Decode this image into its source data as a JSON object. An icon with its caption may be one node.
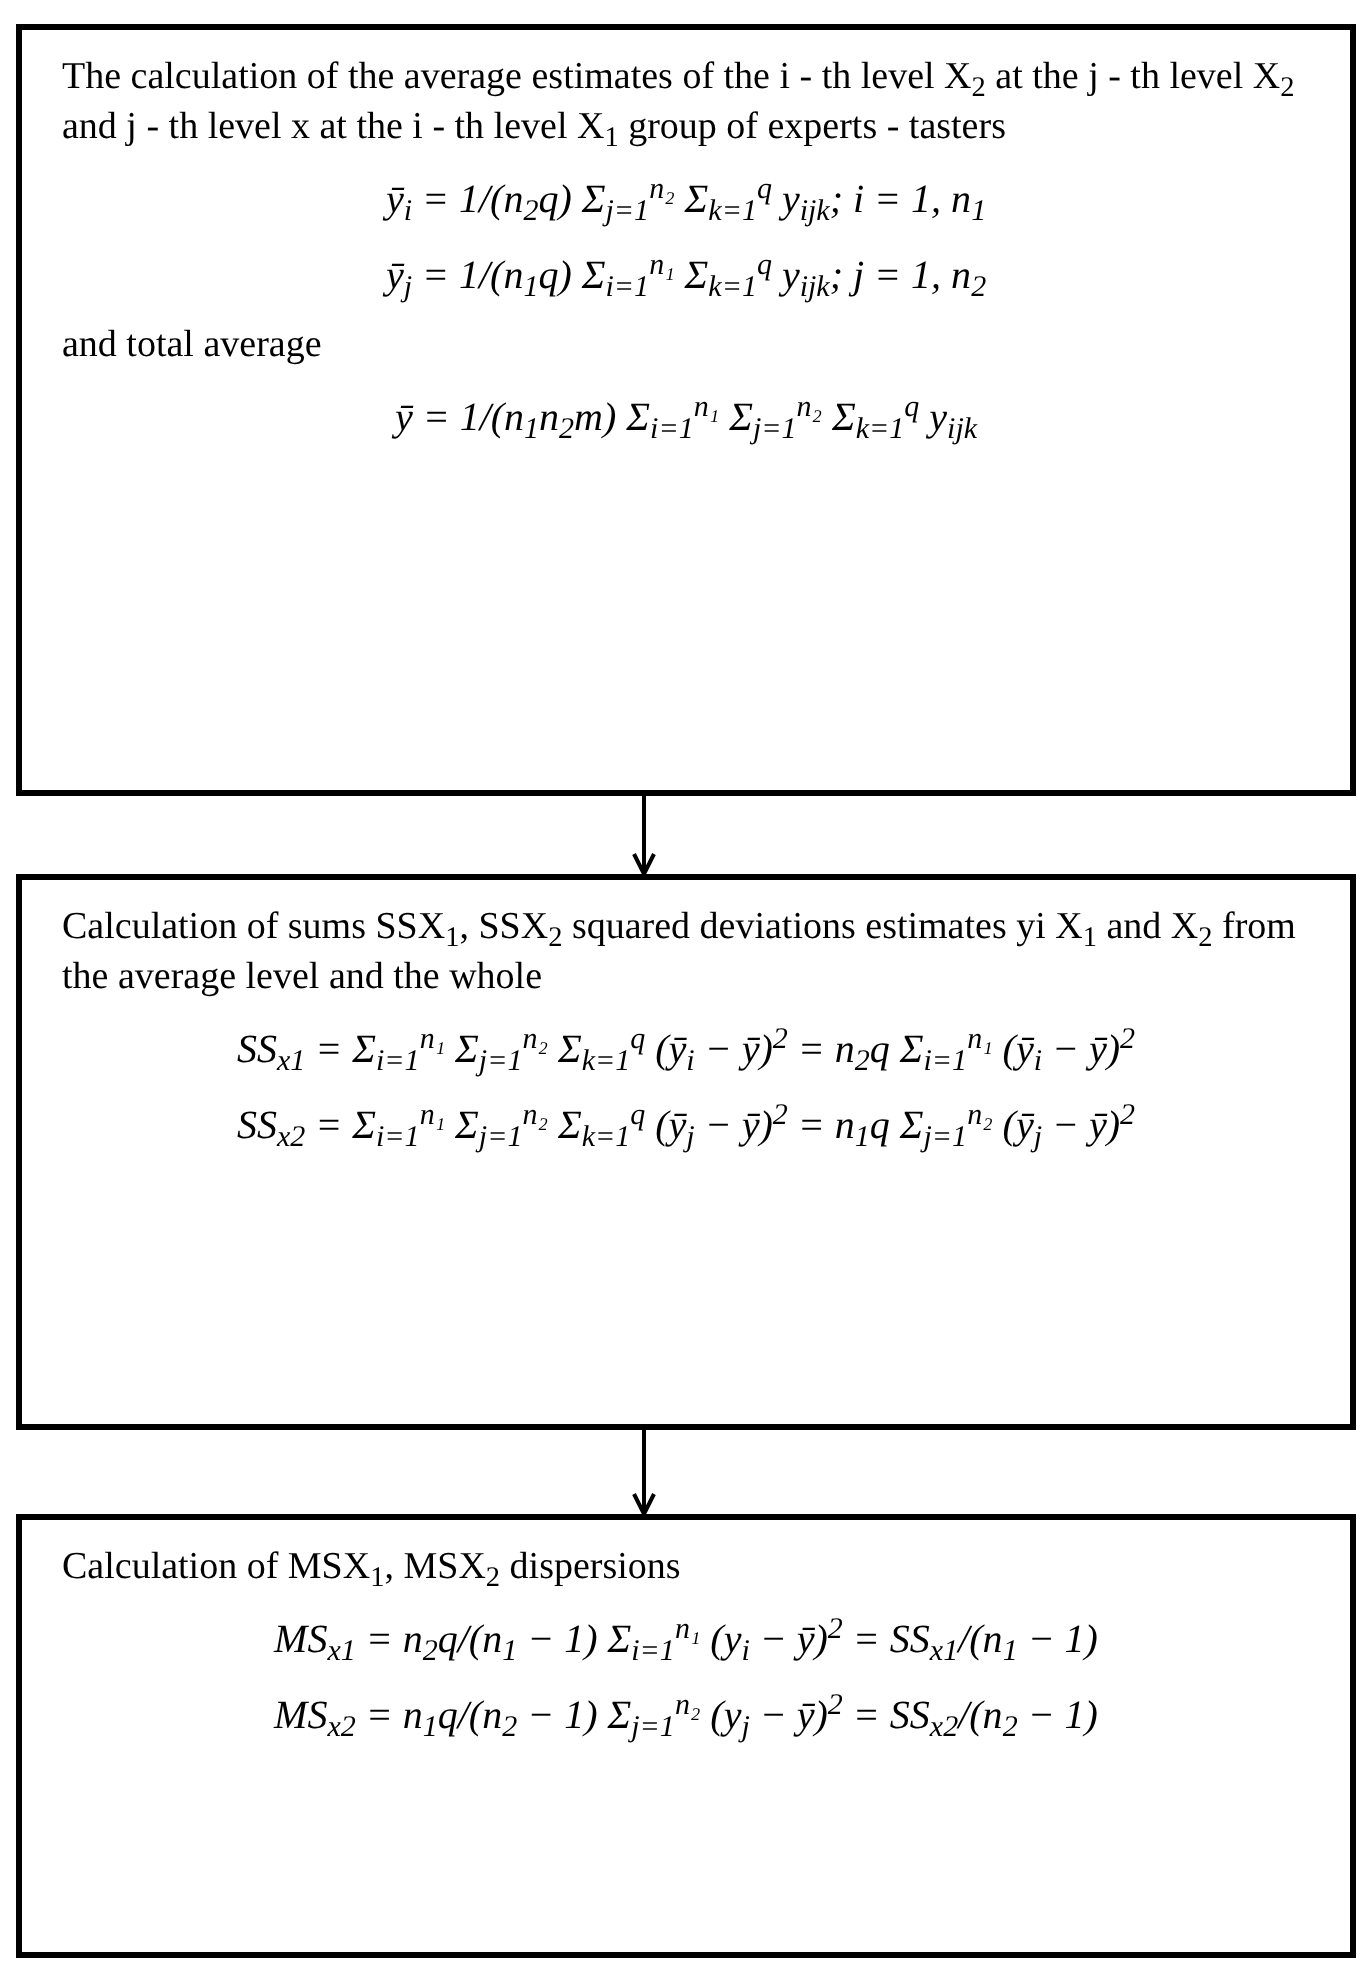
{
  "diagram": {
    "nodes": [
      {
        "text": [
          "The calculation of the average estimates of the i - th level X$_{2}$ at the j - th level X$_{2}$ and j - th level x at the i - th level X$_{1}$ group of experts - tasters",
          "ȳ$_{i}$ = 1/(n$_{2}$q) Σ$_{j=1}$$^{n₂}$ Σ$_{k=1}$$^{q}$ y$_{ijk}$;   i = 1, n$_{1}$",
          "ȳ$_{j}$ = 1/(n$_{1}$q) Σ$_{i=1}$$^{n₁}$ Σ$_{k=1}$$^{q}$ y$_{ijk}$;   j = 1, n$_{2}$",
          "and total average",
          "ȳ = 1/(n$_{1}$n$_{2}$m) Σ$_{i=1}$$^{n₁}$ Σ$_{j=1}$$^{n₂}$ Σ$_{k=1}$$^{q}$ y$_{ijk}$"
        ]
      },
      {
        "text": [
          "Calculation of sums SSX$_{1}$, SSX$_{2}$ squared deviations estimates yi X$_{1}$ and X$_{2}$ from the average level and the whole",
          "SS$_{x1}$ = Σ$_{i=1}$$^{n₁}$ Σ$_{j=1}$$^{n₂}$ Σ$_{k=1}$$^{q}$ (ȳ$_{i}$ − ȳ)$^{2}$ = n$_{2}$q Σ$_{i=1}$$^{n₁}$ (ȳ$_{i}$ − ȳ)$^{2}$",
          "SS$_{x2}$ = Σ$_{i=1}$$^{n₁}$ Σ$_{j=1}$$^{n₂}$ Σ$_{k=1}$$^{q}$ (ȳ$_{j}$ − ȳ)$^{2}$ = n$_{1}$q Σ$_{j=1}$$^{n₂}$ (ȳ$_{j}$ − ȳ)$^{2}$"
        ]
      },
      {
        "text": [
          "Calculation of MSX$_{1}$, MSX$_{2}$ dispersions",
          "MS$_{x1}$ = n$_{2}$q/(n$_{1}$ − 1) Σ$_{i=1}$$^{n₁}$ (y$_{i}$ − ȳ)$^{2}$ = SS$_{x1}$/(n$_{1}$ − 1)",
          "MS$_{x2}$ = n$_{1}$q/(n$_{2}$ − 1) Σ$_{j=1}$$^{n₂}$ (y$_{j}$ − ȳ)$^{2}$ = SS$_{x2}$/(n$_{2}$ − 1)"
        ]
      }
    ],
    "edges": [
      {
        "from": 0,
        "to": 1,
        "arrow": "to"
      },
      {
        "from": 1,
        "to": 2,
        "arrow": "to"
      }
    ]
  }
}
